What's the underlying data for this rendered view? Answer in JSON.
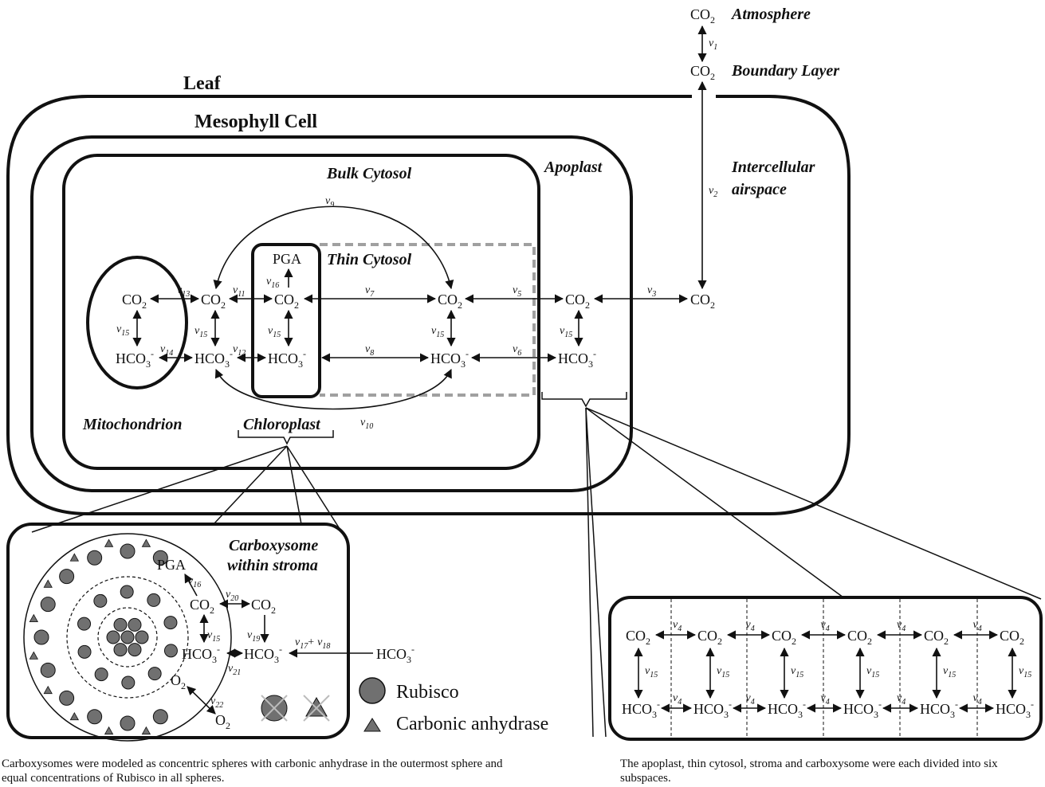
{
  "compartments": {
    "leaf": "Leaf",
    "mesophyll": "Mesophyll Cell",
    "bulk_cytosol": "Bulk Cytosol",
    "apoplast": "Apoplast",
    "intercellular_line1": "Intercellular",
    "intercellular_line2": "airspace",
    "atmosphere": "Atmosphere",
    "boundary_layer": "Boundary Layer",
    "thin_cytosol": "Thin Cytosol",
    "mitochondrion": "Mitochondrion",
    "chloroplast": "Chloroplast",
    "carboxysome_line1": "Carboxysome",
    "carboxysome_line2": "within stroma"
  },
  "species": {
    "co2": "CO",
    "co2_sub": "2",
    "hco3": "HCO",
    "hco3_sub": "3",
    "hco3_sup": "-",
    "pga": "PGA",
    "o2": "O",
    "o2_sub": "2"
  },
  "rates": {
    "v": "v",
    "v1": "1",
    "v2": "2",
    "v3": "3",
    "v4": "4",
    "v5": "5",
    "v6": "6",
    "v7": "7",
    "v8": "8",
    "v9": "9",
    "v10": "10",
    "v11": "11",
    "v12": "12",
    "v13": "13",
    "v14": "14",
    "v15": "15",
    "v16": "16",
    "v17": "17",
    "v18": "18",
    "v19": "19",
    "v20": "20",
    "v21": "21",
    "v22": "22",
    "plus": "+"
  },
  "legend": {
    "rubisco": "Rubisco",
    "carbonic_anhydrase": "Carbonic anhydrase"
  },
  "captions": {
    "left": "Carboxysomes were modeled as concentric spheres with carbonic anhydrase in the outermost sphere and equal concentrations of Rubisco in all spheres.",
    "right": "The apoplast, thin cytosol, stroma and carboxysome were each divided into six subspaces."
  },
  "colors": {
    "line": "#111111",
    "rubisco_fill": "#707070",
    "dashed_region": "#a0a0a0"
  }
}
